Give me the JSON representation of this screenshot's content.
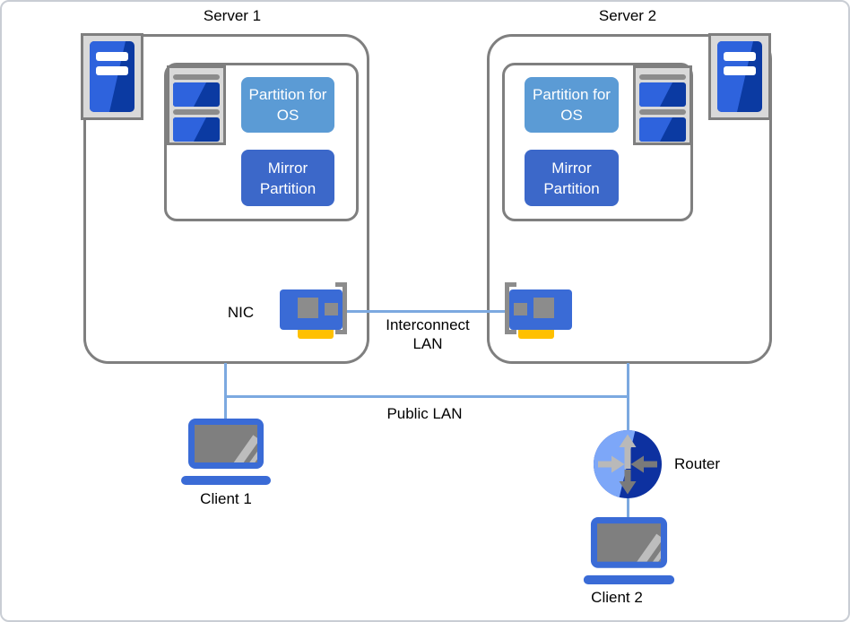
{
  "servers": [
    {
      "label": "Server 1",
      "partitions": [
        {
          "label": "Partition for OS",
          "color": "#5B9BD5"
        },
        {
          "label": "Mirror Partition",
          "color": "#3C68C9"
        }
      ]
    },
    {
      "label": "Server 2",
      "partitions": [
        {
          "label": "Partition for OS",
          "color": "#5B9BD5"
        },
        {
          "label": "Mirror Partition",
          "color": "#3C68C9"
        }
      ]
    }
  ],
  "labels": {
    "nic": "NIC",
    "interconnect_lan": "Interconnect LAN",
    "public_lan": "Public LAN",
    "router": "Router",
    "client1": "Client 1",
    "client2": "Client 2"
  },
  "icons": {
    "server": "server-tower-icon",
    "disk": "disk-stack-icon",
    "nic": "nic-card-icon",
    "laptop": "laptop-icon",
    "router": "router-icon"
  },
  "colors": {
    "lan_line": "#7CA9E0",
    "partition_os": "#5B9BD5",
    "mirror_partition": "#3C68C9",
    "icon_blue": "#3A6BD6",
    "tower_blue_light": "#2E63DD",
    "tower_blue_dark": "#0B3AA2",
    "router_light": "#7DA7F8",
    "router_dark": "#0D31A0",
    "nic_port_yellow": "#FFC000",
    "border_gray": "#7F7F7F",
    "panel_gray": "#D9D9D9",
    "icon_gray": "#8C8C8C"
  }
}
